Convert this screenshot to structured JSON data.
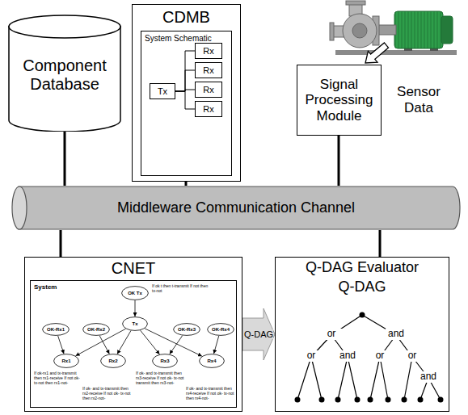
{
  "diagram": {
    "nodes": [
      {
        "text": [
          "Component Database"
        ]
      },
      {
        "text": [
          "CDMB"
        ]
      },
      {
        "text": [
          "System Schematic"
        ],
        "in": 1
      },
      {
        "text": [
          "Tx"
        ],
        "in": 2
      },
      {
        "text": [
          "Rx"
        ],
        "in": 2
      },
      {
        "text": [
          "Rx"
        ],
        "in": 2
      },
      {
        "text": [
          "Rx"
        ],
        "in": 2
      },
      {
        "text": [
          "Rx"
        ],
        "in": 2
      },
      {
        "text": [
          "Signal Processing Module"
        ]
      },
      {
        "text": [
          "Middleware Communication Channel"
        ]
      },
      {
        "text": [
          "CNET"
        ]
      },
      {
        "text": [
          "System"
        ],
        "in": 10
      },
      {
        "text": [
          "OK Tx"
        ],
        "in": 11
      },
      {
        "text": [
          "Tx"
        ],
        "in": 11
      },
      {
        "text": [
          "OK-Rx1"
        ],
        "in": 11
      },
      {
        "text": [
          "OK-Rx2"
        ],
        "in": 11
      },
      {
        "text": [
          "OK-Rx3"
        ],
        "in": 11
      },
      {
        "text": [
          "OK-Rx4"
        ],
        "in": 11
      },
      {
        "text": [
          "Rx1"
        ],
        "in": 11
      },
      {
        "text": [
          "Rx2"
        ],
        "in": 11
      },
      {
        "text": [
          "Rx3"
        ],
        "in": 11
      },
      {
        "text": [
          "Rx4"
        ],
        "in": 11
      },
      {
        "text": [
          "Q-DAG Evaluator",
          "Q-DAG"
        ]
      }
    ],
    "edges": [
      {
        "from": 0,
        "to": 9,
        "arrow": "none"
      },
      {
        "from": 1,
        "to": 9,
        "arrow": "none"
      },
      {
        "from": 8,
        "to": 9,
        "arrow": "none"
      },
      {
        "from": 9,
        "to": 10,
        "arrow": "none"
      },
      {
        "from": 9,
        "to": 22,
        "arrow": "none"
      },
      {
        "from": 3,
        "to": 4,
        "arrow": "none"
      },
      {
        "from": 3,
        "to": 5,
        "arrow": "none"
      },
      {
        "from": 3,
        "to": 6,
        "arrow": "none"
      },
      {
        "from": 3,
        "to": 7,
        "arrow": "none"
      },
      {
        "from": 12,
        "to": 13,
        "arrow": "to"
      },
      {
        "from": 13,
        "to": 18,
        "arrow": "to"
      },
      {
        "from": 13,
        "to": 19,
        "arrow": "to"
      },
      {
        "from": 13,
        "to": 20,
        "arrow": "to"
      },
      {
        "from": 13,
        "to": 21,
        "arrow": "to"
      },
      {
        "from": 14,
        "to": 18,
        "arrow": "to"
      },
      {
        "from": 15,
        "to": 19,
        "arrow": "to"
      },
      {
        "from": 16,
        "to": 20,
        "arrow": "to"
      },
      {
        "from": 17,
        "to": 21,
        "arrow": "to"
      },
      {
        "from": 10,
        "to": 22,
        "label": "Q-DAG",
        "arrow": "to"
      }
    ],
    "labels": [
      "Sensor Data",
      "or",
      "and",
      "or",
      "and",
      "or",
      "or",
      "and",
      "If ok t then t-transmit If not then tx-not",
      "If ok-rx1 and tx-transmit then rx1-receive If not ok- tx-not then rx1-not-",
      "If ok- and tx-transmit then rx2-receive If not ok- tx-not then rx2-not-",
      "If ok- and tx-transmit then rx3-receive If not ok- tx-not transmit then rx3-not-",
      "If ok- and tx-transmit then rx4-receive If not ok- tx-not then rx4-not-"
    ]
  }
}
